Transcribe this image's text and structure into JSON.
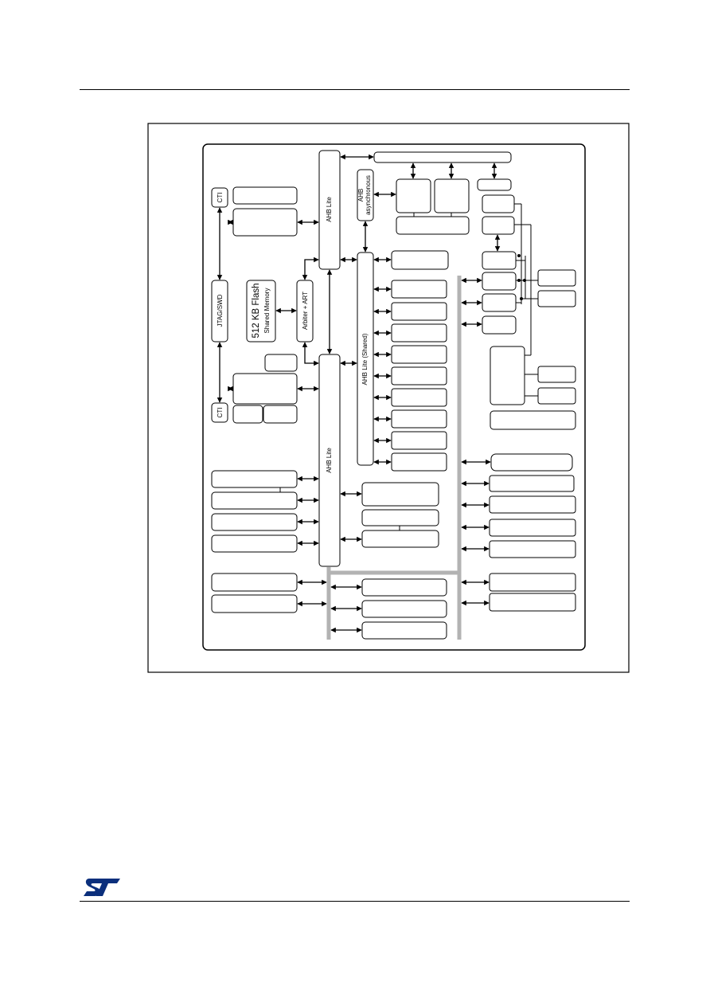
{
  "diagram": {
    "labels": {
      "ahb_lite_top": "AHB Lite",
      "ahb_lite_bottom": "AHB Lite",
      "ahb_lite_shared": "AHB Lite (Shared)",
      "ahb_async_1": "AHB",
      "ahb_async_2": "asynchronous",
      "cti_top": "CTI",
      "cti_bottom": "CTI",
      "jtag_swd": "JTAG/SWD",
      "flash_1": "512 KB Flash",
      "flash_2": "Shared Memory",
      "arbiter": "Arbiter + ART"
    },
    "colors": {
      "stroke": "#000000",
      "bus": "#b3b3b3",
      "fill": "#ffffff"
    }
  },
  "footer": {
    "logo_icon": "st-logo-icon"
  }
}
